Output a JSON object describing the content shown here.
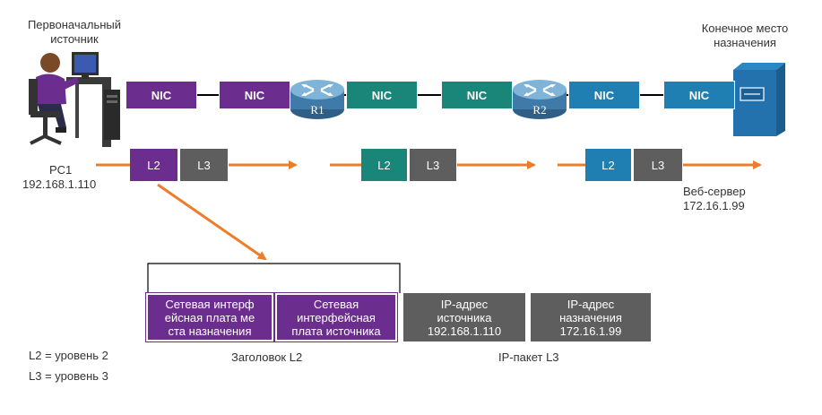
{
  "colors": {
    "purple": "#6b2d8e",
    "teal": "#1a8679",
    "blue": "#1f7fb3",
    "gray": "#5e5e5e",
    "orange": "#ee7d2a",
    "line": "#000000"
  },
  "source": {
    "caption": "Первоначальный\nисточник",
    "name": "PC1",
    "ip": "192.168.1.110"
  },
  "destination": {
    "caption": "Конечное место\nназначения",
    "name": "Веб-сервер",
    "ip": "172.16.1.99"
  },
  "routers": [
    {
      "label": "R1"
    },
    {
      "label": "R2"
    }
  ],
  "nics": [
    {
      "label": "NIC",
      "color": "purple"
    },
    {
      "label": "NIC",
      "color": "purple"
    },
    {
      "label": "NIC",
      "color": "teal"
    },
    {
      "label": "NIC",
      "color": "teal"
    },
    {
      "label": "NIC",
      "color": "blue"
    },
    {
      "label": "NIC",
      "color": "blue"
    }
  ],
  "hops": [
    {
      "l2": "L2",
      "l3": "L3",
      "l2_color": "purple"
    },
    {
      "l2": "L2",
      "l3": "L3",
      "l2_color": "teal"
    },
    {
      "l2": "L2",
      "l3": "L3",
      "l2_color": "blue"
    }
  ],
  "frame": {
    "dest_nic": "Сетевая интерф\nейсная плата ме\nста назначения",
    "src_nic": "Сетевая\nинтерфейсная\nплата источника",
    "src_ip": "IP-адрес\nисточника\n192.168.1.110",
    "dst_ip": "IP-адрес\nназначения\n172.16.1.99",
    "l2_header_label": "Заголовок L2",
    "l3_packet_label": "IP-пакет L3"
  },
  "legend": {
    "l2": "L2 = уровень 2",
    "l3": "L3 = уровень 3"
  }
}
